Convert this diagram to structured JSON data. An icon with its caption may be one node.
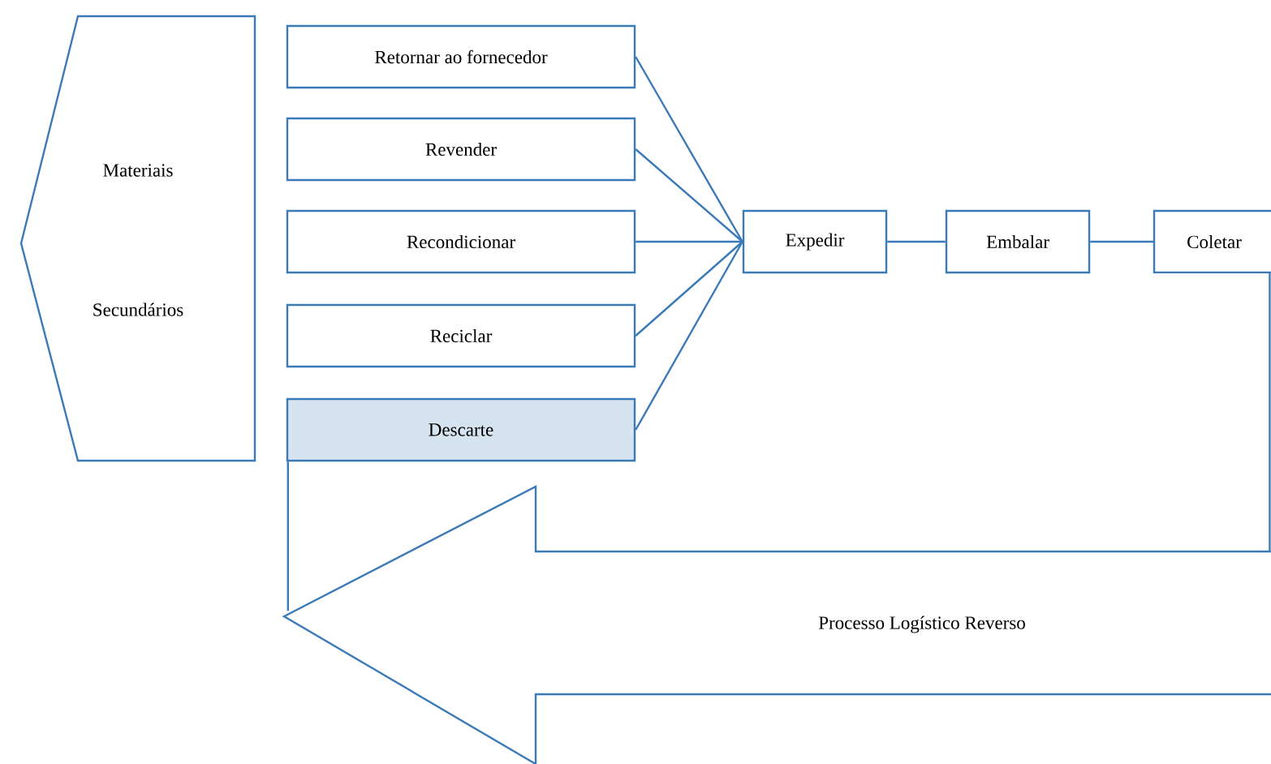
{
  "diagram": {
    "nodes": [
      {
        "text": [
          "Materiais Secundários"
        ]
      },
      {
        "text": [
          "Retornar ao fornecedor"
        ]
      },
      {
        "text": [
          "Revender"
        ]
      },
      {
        "text": [
          "Recondicionar"
        ]
      },
      {
        "text": [
          "Reciclar"
        ]
      },
      {
        "text": [
          "Descarte"
        ]
      },
      {
        "text": [
          "Expedir"
        ]
      },
      {
        "text": [
          "Embalar"
        ]
      },
      {
        "text": [
          "Coletar"
        ]
      },
      {
        "text": [
          "Processo Logístico Reverso"
        ]
      }
    ],
    "edges": [
      {
        "from": 1,
        "to": 6,
        "arrow": "none"
      },
      {
        "from": 2,
        "to": 6,
        "arrow": "none"
      },
      {
        "from": 3,
        "to": 6,
        "arrow": "none"
      },
      {
        "from": 4,
        "to": 6,
        "arrow": "none"
      },
      {
        "from": 5,
        "to": 6,
        "arrow": "none"
      },
      {
        "from": 6,
        "to": 7,
        "arrow": "none"
      },
      {
        "from": 7,
        "to": 8,
        "arrow": "none"
      },
      {
        "from": 8,
        "to": 9,
        "arrow": "none"
      },
      {
        "from": 5,
        "to": 9,
        "arrow": "none"
      }
    ]
  }
}
